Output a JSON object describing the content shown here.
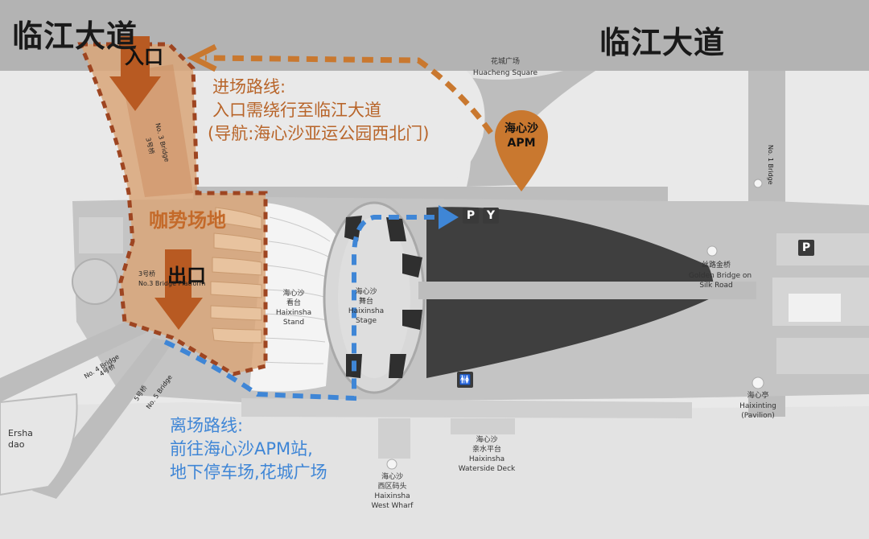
{
  "roads": {
    "main_left": "临江大道",
    "main_right": "临江大道",
    "bridge1": "No. 1 Bridge",
    "bridge3_vertical": "No. 3 Bridge",
    "bridge3_vertical_cn": "3号桥",
    "bridge4": "No. 4 Bridge",
    "bridge4_cn": "4号桥",
    "bridge5": "No. 5 Bridge",
    "bridge5_cn": "5号桥"
  },
  "entry_route": {
    "title": "进场路线:",
    "line1": "入口需绕行至临江大道",
    "line2": "(导航:海心沙亚运公园西北门)"
  },
  "exit_route": {
    "title": "离场路线:",
    "line1": "前往海心沙APM站,",
    "line2": "地下停车场,花城广场"
  },
  "gates": {
    "entrance": "入口",
    "exit": "出口"
  },
  "venue": {
    "name": "咖势场地",
    "platform_cn": "3号桥",
    "platform_en": "No.3 Bridge Platform"
  },
  "apm_pin": {
    "line1": "海心沙",
    "line2": "APM"
  },
  "places": {
    "huacheng_cn": "花城广场",
    "huacheng_en": "Huacheng Square",
    "stand_cn": "海心沙",
    "stand_cn2": "看台",
    "stand_en": "Haixinsha",
    "stand_en2": "Stand",
    "stage_cn": "海心沙",
    "stage_cn2": "舞台",
    "stage_en": "Haixinsha",
    "stage_en2": "Stage",
    "silk_cn": "丝路金桥",
    "silk_en": "Golden Bridge on",
    "silk_en2": "Silk Road",
    "pavilion_cn": "海心亭",
    "pavilion_en": "Haixinting",
    "pavilion_en2": "(Pavilion)",
    "deck_cn": "海心沙",
    "deck_cn2": "亲水平台",
    "deck_en": "Haixinsha",
    "deck_en2": "Waterside Deck",
    "wharf_cn": "海心沙",
    "wharf_cn2": "西区码头",
    "wharf_en": "Haixinsha",
    "wharf_en2": "West Wharf",
    "ersha_line1": "Ersha",
    "ersha_line2": "dao"
  },
  "icons": {
    "parking_top": "P",
    "parking_right": "P",
    "metro": "Y",
    "restroom": "🚻"
  },
  "colors": {
    "entry_route": "#b8652a",
    "exit_route": "#3f86d6",
    "venue_fill": "#d9a679",
    "road": "#bdbdbd",
    "stage_dark": "#3f3f3f",
    "pin": "#c9782f"
  }
}
